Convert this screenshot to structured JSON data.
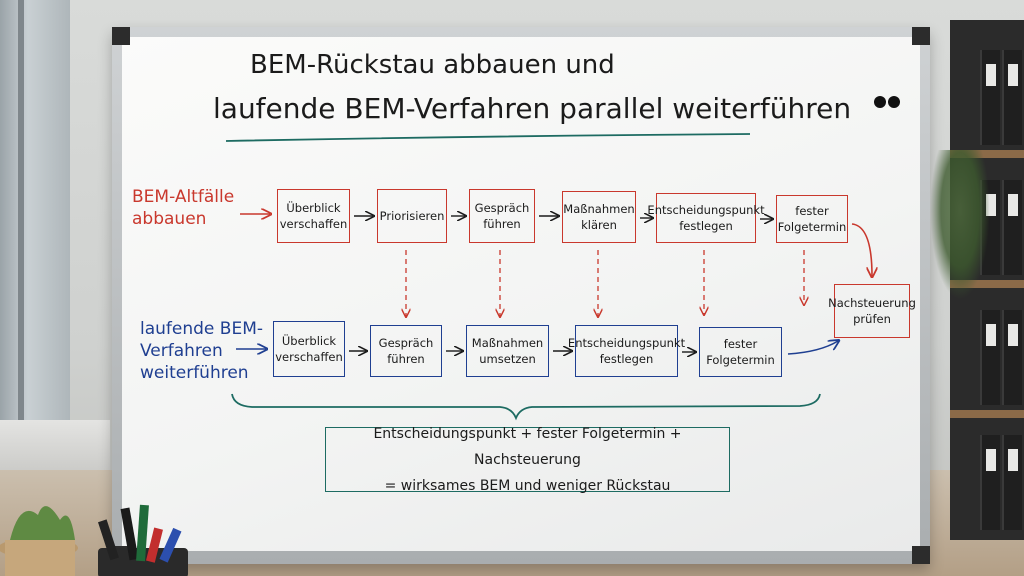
{
  "title": {
    "line1": "BEM-Rückstau abbauen und",
    "line2": "laufende BEM-Verfahren parallel weiterführen"
  },
  "rows": {
    "altfaelle": {
      "label": [
        "BEM-Altfälle",
        "abbauen"
      ],
      "steps": [
        "Überblick\nverschaffen",
        "Priorisieren",
        "Gespräch\nführen",
        "Maßnahmen\nklären",
        "Entscheidungspunkt\nfestlegen",
        "fester\nFolgetermin"
      ]
    },
    "laufend": {
      "label": [
        "laufende BEM-",
        "Verfahren",
        "weiterführen"
      ],
      "steps": [
        "Überblick\nverschaffen",
        "Gespräch\nführen",
        "Maßnahmen\numsetzen",
        "Entscheidungspunkt\nfestlegen",
        "fester\nFolgetermin"
      ]
    }
  },
  "merge_step": "Nachsteuerung\nprüfen",
  "summary": {
    "line1": "Entscheidungspunkt + fester Folgetermin + Nachsteuerung",
    "line2": "= wirksames BEM und weniger Rückstau"
  },
  "colors": {
    "red": "#c9382d",
    "blue": "#1f3f91",
    "teal": "#1d6b62",
    "ink": "#1b1b1b"
  }
}
